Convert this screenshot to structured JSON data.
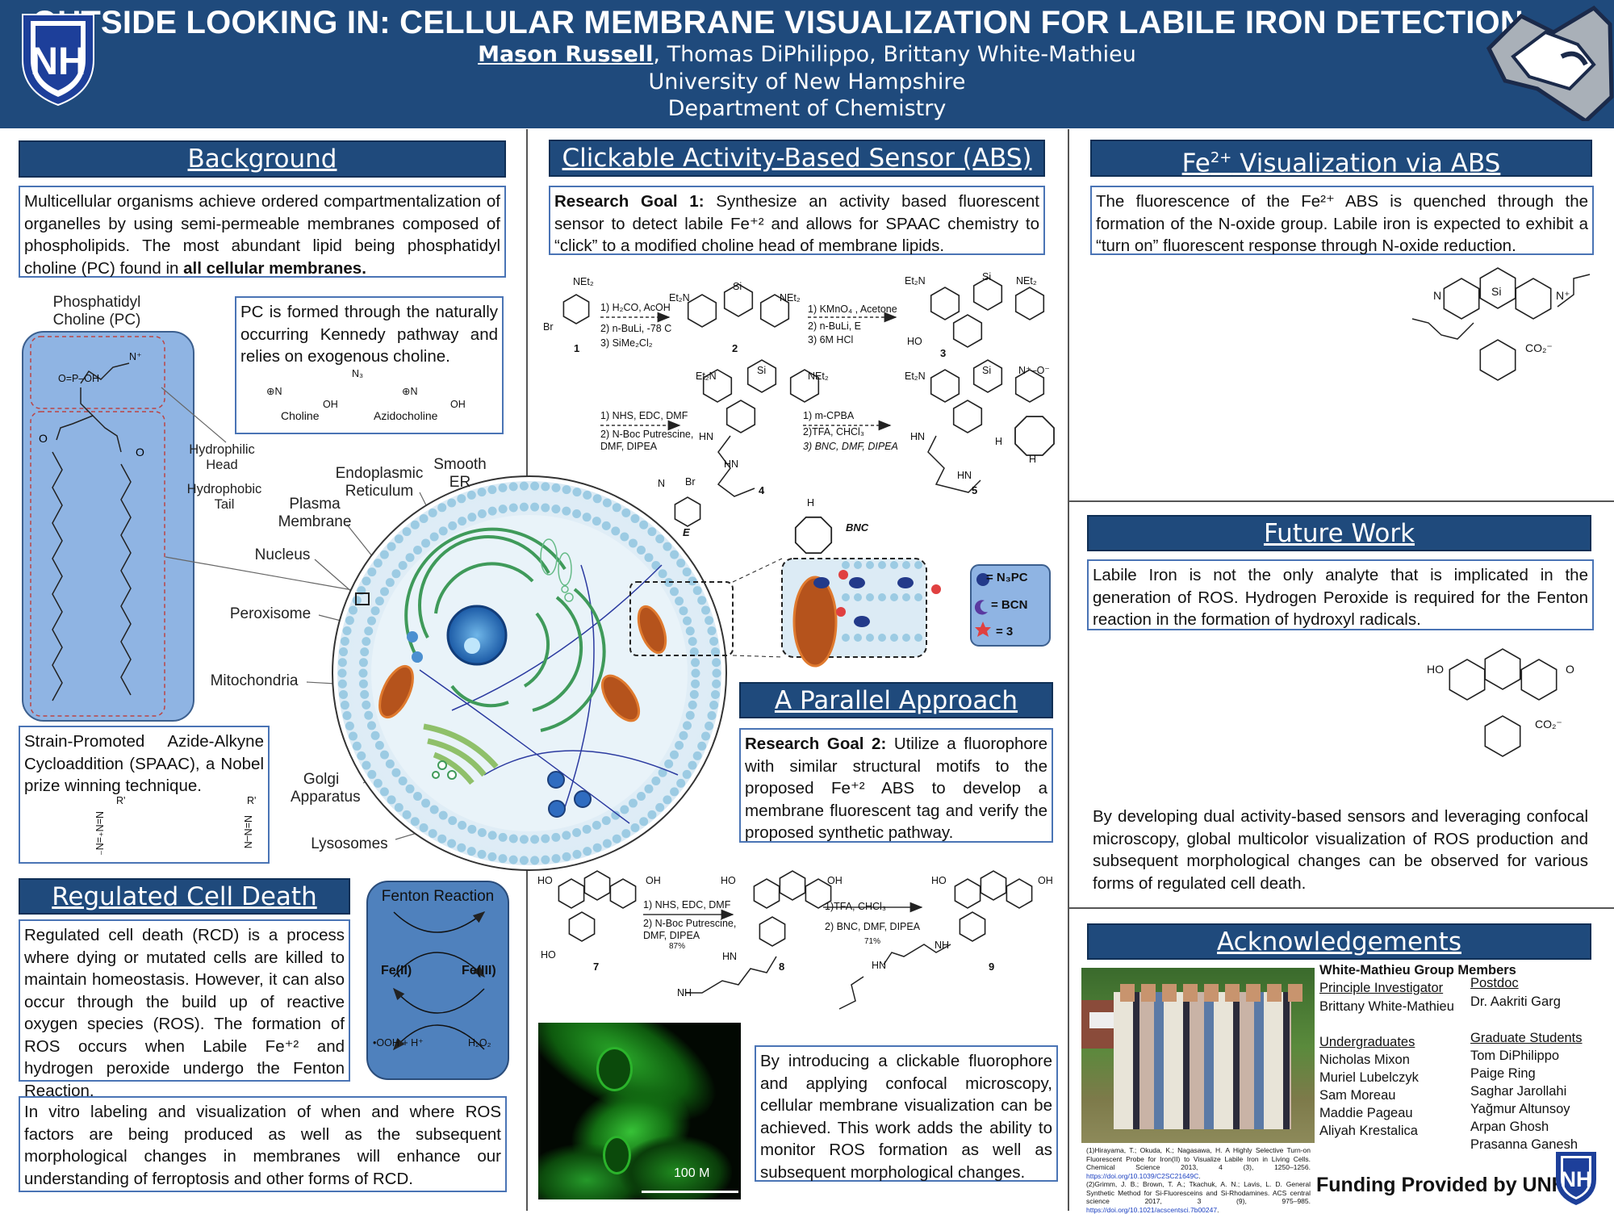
{
  "header": {
    "title": "OUTSIDE LOOKING IN: CELLULAR MEMBRANE VISUALIZATION FOR LABILE IRON DETECTION",
    "lead_author": "Mason Russell",
    "other_authors": ", Thomas DiPhilippo, Brittany White-Mathieu",
    "university": "University of New Hampshire",
    "department": "Department of Chemistry",
    "logo_text": "NH"
  },
  "colors": {
    "header": "#1f4a7c",
    "box_border": "#4a74b5",
    "fenton": "#4f81bd",
    "mito": "#b5531c",
    "er": "#3f9a5a"
  },
  "background": {
    "title": "Background",
    "text_pre": "Multicellular organisms achieve ordered compartmentalization of organelles by using semi-permeable  membranes composed of phospholipids. The most abundant lipid being phosphatidyl choline (PC) found in ",
    "text_bold": "all cellular membranes."
  },
  "pc_diagram": {
    "title": "Phosphatidyl Choline (PC)",
    "head_atoms": "O=P–OH",
    "n_atom": "N⁺",
    "hydrophilic": "Hydrophilic Head",
    "hydrophobic": "Hydrophobic Tail"
  },
  "pc_box": {
    "text": "PC is formed through the naturally occurring Kennedy pathway and relies on exogenous choline.",
    "choline": "Choline",
    "azidocholine": "Azidocholine",
    "n3": "N₃",
    "oh": "OH",
    "nplus": "⊕N"
  },
  "cell_labels": {
    "er": "Endoplasmic Reticulum",
    "smooth_er": "Smooth ER",
    "plasma": "Plasma Membrane",
    "nucleus": "Nucleus",
    "peroxisome": "Peroxisome",
    "mitochondria": "Mitochondria",
    "golgi": "Golgi Apparatus",
    "lysosomes": "Lysosomes"
  },
  "spaac": {
    "text": "Strain-Promoted   Azide-Alkyne Cycloaddition (SPAAC), a Nobel prize winning technique.",
    "r1": "R'",
    "r2": "R'",
    "azide": "N=N⁺=N⁻",
    "triazole": "N=N–N"
  },
  "rcd": {
    "title": "Regulated Cell Death",
    "text": "Regulated cell death (RCD) is a process where dying or mutated cells are killed to maintain homeostasis.  However, it can also occur through the build up of reactive oxygen species (ROS). The formation of ROS occurs when Labile Fe⁺² and hydrogen peroxide undergo the Fenton Reaction."
  },
  "fenton": {
    "title": "Fenton Reaction",
    "fe2": "Fe(II)",
    "fe3": "Fe(III)",
    "product": "•OOH + H⁺",
    "reactant": "H₂O₂"
  },
  "conclusion_left": "In vitro labeling and visualization of when and where ROS factors are being produced as well as the subsequent morphological changes in membranes will enhance our understanding of ferroptosis and other forms of RCD.",
  "abs": {
    "title": "Clickable Activity-Based Sensor (ABS)",
    "goal_label": "Research Goal 1:",
    "goal_text": " Synthesize an activity based fluorescent sensor to detect labile Fe⁺² and allows for SPAAC chemistry to “click” to a modified choline head of membrane lipids.",
    "scheme": {
      "c1_net2": "NEt₂",
      "c1_br": "Br",
      "c1_num": "1",
      "r1": [
        "1) H₂CO, AcOH",
        "2) n-BuLi, -78 C",
        "3) SiMe₂Cl₂"
      ],
      "c2_left": "Et₂N",
      "c2_right": "NEt₂",
      "c2_si": "Si",
      "c2_num": "2",
      "r2": [
        "1) KMnO₄ , Acetone",
        "2) n-BuLi, E",
        "3) 6M HCl"
      ],
      "c3_left": "Et₂N",
      "c3_right": "NEt₂",
      "c3_si": "Si",
      "c3_ho": "HO",
      "c3_num": "3",
      "r3": [
        "1) NHS, EDC, DMF",
        "2) N-Boc Putrescine,",
        "DMF, DIPEA"
      ],
      "c4_left": "Et₂N",
      "c4_right": "NEt₂",
      "c4_si": "Si",
      "c4_hn": "HN",
      "c4_hn2": "HN",
      "c4_num": "4",
      "r4": [
        "1) m-CPBA",
        "2)TFA, CHCl₃",
        "3) BNC, DMF, DIPEA"
      ],
      "c5_left": "Et₂N",
      "c5_si": "Si",
      "c5_noxide": "N⁺–O⁻",
      "c5_hn": "HN",
      "c5_hn2": "HN",
      "c5_h1": "H",
      "c5_h2": "H",
      "c5_num": "5",
      "e_br": "Br",
      "e_label": "E",
      "e_n": "N",
      "bnc_label": "BNC",
      "bnc_h": "H"
    }
  },
  "inset_legend": [
    {
      "symbol": "blue-dot",
      "label": "= N₃PC"
    },
    {
      "symbol": "crescent",
      "label": "= BCN"
    },
    {
      "symbol": "red-star",
      "label": "= 3"
    }
  ],
  "parallel": {
    "title": "A Parallel Approach",
    "goal_label": "Research Goal 2:",
    "goal_text": " Utilize a fluorophore with similar structural motifs to the proposed Fe⁺² ABS to develop a membrane fluorescent tag and verify the proposed synthetic pathway.",
    "scheme": {
      "c7_ho": "HO",
      "c7_oh": "OH",
      "c7_ho2": "HO",
      "c7_num": "7",
      "r1": [
        "1) NHS, EDC, DMF",
        "2) N-Boc Putrescine,",
        "DMF, DIPEA"
      ],
      "y1": "87%",
      "c8_ho": "HO",
      "c8_oh": "OH",
      "c8_hn": "HN",
      "c8_nh": "NH",
      "c8_num": "8",
      "r2": [
        "1)TFA, CHCl₃",
        "2) BNC, DMF, DIPEA"
      ],
      "y2": "71%",
      "c9_ho": "HO",
      "c9_oh": "OH",
      "c9_nh": "NH",
      "c9_hn": "HN",
      "c9_num": "9"
    },
    "scale_label": "100 M",
    "result_text": "By introducing a clickable fluorophore and applying confocal microscopy, cellular membrane visualization can be achieved. This work adds the ability to monitor ROS formation as well as subsequent morphological changes."
  },
  "fe_vis": {
    "title_pre": "Fe",
    "title_sup": "2+",
    "title_post": " Visualization via ABS ",
    "text": "The fluorescence of the  Fe²⁺ ABS is quenched through the formation of the N-oxide group. Labile iron is expected to exhibit a “turn on” fluorescent response through N-oxide reduction.",
    "n_left": "N",
    "n_right": "N⁺",
    "si": "Si",
    "co2": "CO₂⁻"
  },
  "future": {
    "title": "Future Work",
    "text": "Labile Iron is not the only analyte that is implicated in the generation of ROS. Hydrogen Peroxide is required for the Fenton reaction in the formation of hydroxyl radicals.",
    "ho": "HO",
    "o": "O",
    "co2": "CO₂⁻",
    "outlook": "By developing dual activity-based sensors and leveraging confocal microscopy, global multicolor visualization of ROS production and subsequent morphological changes can be observed for various forms of regulated cell death."
  },
  "ack": {
    "title": "Acknowledgements",
    "group": "White-Mathieu Group Members",
    "pi_heading": "Principle Investigator",
    "pi": "Brittany White-Mathieu",
    "postdoc_heading": "Postdoc",
    "postdoc": "Dr. Aakriti Garg",
    "ug_heading": "Undergraduates",
    "undergraduates": [
      "Nicholas Mixon",
      "Muriel Lubelczyk",
      "Sam Moreau",
      "Maddie Pageau",
      "Aliyah Krestalica"
    ],
    "grad_heading": "Graduate Students ",
    "graduates": [
      "Tom DiPhilippo",
      "Paige Ring",
      "Saghar Jarollahi",
      "Yağmur Altunsoy",
      "Arpan Ghosh",
      "Prasanna Ganesh"
    ],
    "ref1": "(1)Hirayama, T.; Okuda, K.; Nagasawa, H. A Highly Selective Turn-on Fluorescent Probe for Iron(II) to Visualize Labile Iron in Living Cells. Chemical Science 2013, 4 (3), 1250–1256. ",
    "ref1_link": "https://doi.org/10.1039/C2SC21649C",
    "ref2": "(2)Grimm, J. B.; Brown, T. A.; Tkachuk, A. N.; Lavis, L. D. General Synthetic Method for Si-Fluoresceins and Si-Rhodamines. ACS central science 2017, 3 (9), 975–985. ",
    "ref2_link": "https://doi.org/10.1021/acscentsci.7b00247",
    "funding": "Funding Provided by UNH"
  }
}
